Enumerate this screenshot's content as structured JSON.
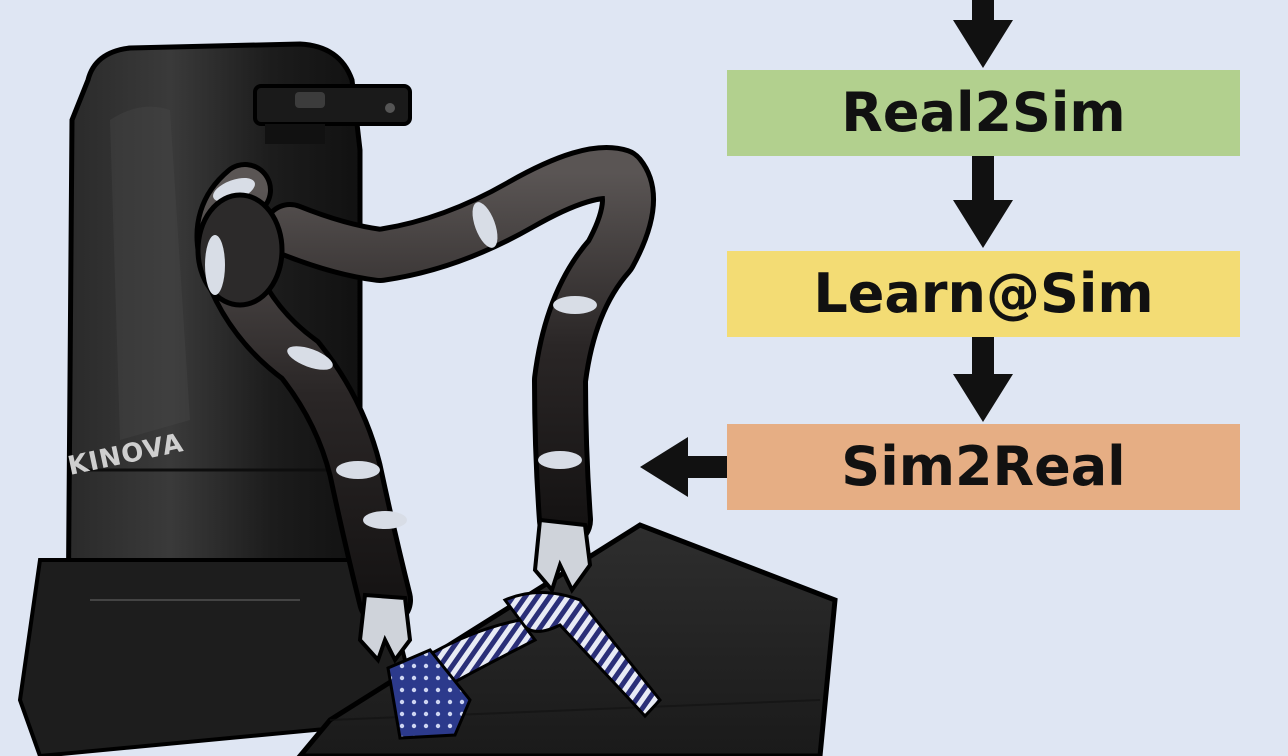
{
  "pipeline": {
    "steps": [
      {
        "label": "Real2Sim",
        "color": "#b2d08e"
      },
      {
        "label": "Learn@Sim",
        "color": "#f3dc74"
      },
      {
        "label": "Sim2Real",
        "color": "#e6ae84"
      }
    ],
    "arrow_color": "#111111"
  },
  "photo": {
    "brand_text": "KINOVA",
    "background": "#dfe6f3"
  }
}
